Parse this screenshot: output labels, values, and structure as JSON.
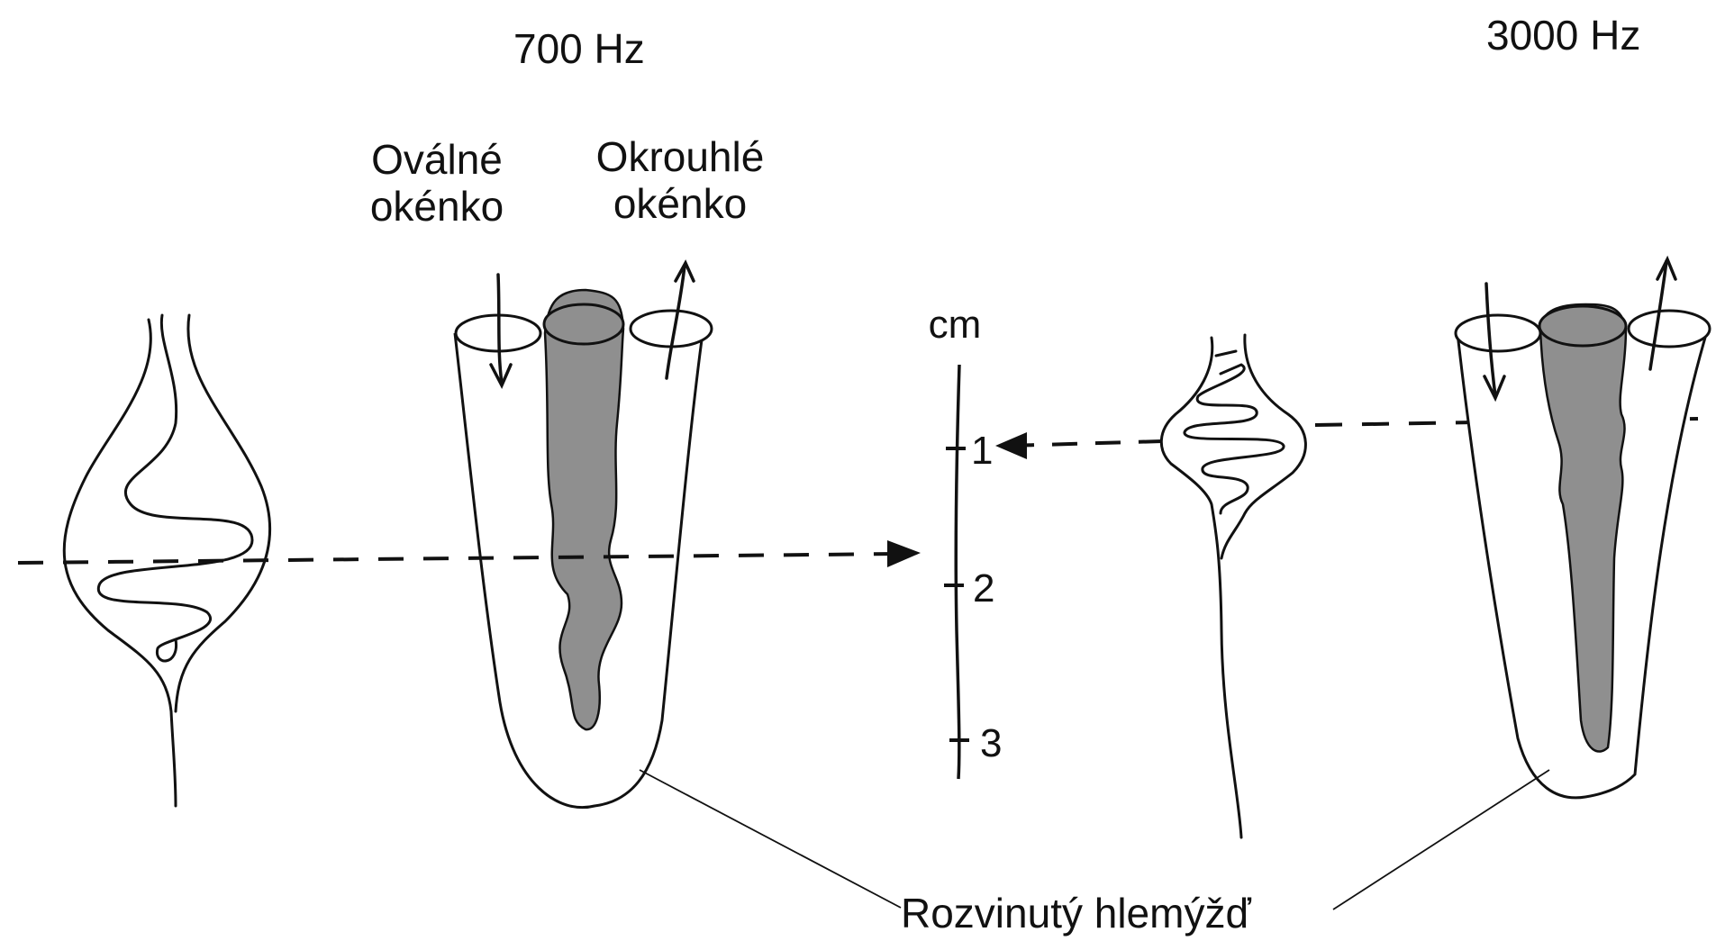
{
  "labels": {
    "freq_left": "700 Hz",
    "freq_right": "3000 Hz",
    "oval_window_line1": "Oválné",
    "oval_window_line2": "okénko",
    "round_window_line1": "Okrouhlé",
    "round_window_line2": "okénko",
    "scale_unit": "cm",
    "tick_1": "1",
    "tick_2": "2",
    "tick_3": "3",
    "caption": "Rozvinutý hlemýžď"
  },
  "colors": {
    "ink": "#111111",
    "membrane_fill": "#8f8f8f",
    "background": "#ffffff"
  }
}
